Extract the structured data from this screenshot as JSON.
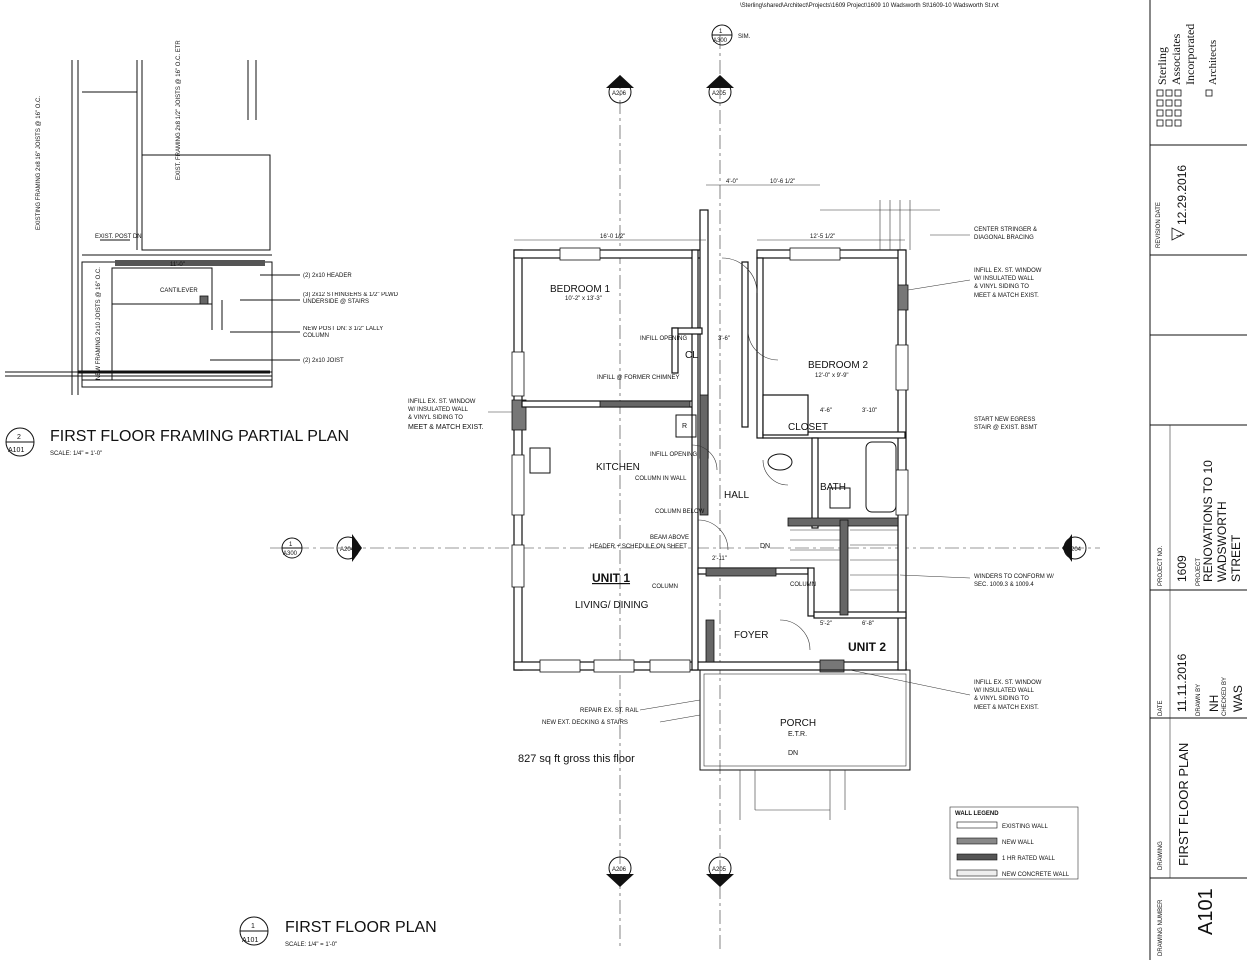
{
  "header_path": "\\Sterling\\shared\\Architect\\Projects\\1609 Project\\1609 10 Wadsworth St\\1609-10 Wadsworth St.rvt",
  "partial_plan": {
    "number": "2",
    "sheet_ref": "A101",
    "title": "FIRST FLOOR FRAMING PARTIAL PLAN",
    "scale": "SCALE: 1/4\" = 1'-0\"",
    "notes": {
      "existing_framing": "EXISTING FRAMING 2x8 16\" JOISTS @ 16\" O.C.",
      "existing_joists": "EXIST. FRAMING 2x8 1/2\" JOISTS @ 16\" O.C. ETR",
      "xin_post": "EXIST. POST DN",
      "new_framing": "NEW FRAMING 2x10 JOISTS @ 16\" O.C.",
      "header_1": "(2) 2x10 HEADER",
      "stringers": "(3) 2x12 STRINGERS & 1/2\" PLWD UNDERSIDE @ STAIRS",
      "new_post": "NEW POST DN: 3 1/2\" LALLY COLUMN",
      "header_2": "(2) 2x10 JOIST",
      "cant": "CANTILEVER",
      "dim": "11'-0\""
    }
  },
  "main_plan": {
    "number": "1",
    "sheet_ref": "A101",
    "title": "FIRST FLOOR PLAN",
    "scale": "SCALE: 1/4\" = 1'-0\"",
    "area_note": "827 sq ft gross this floor",
    "rooms": {
      "bedroom1": "BEDROOM 1",
      "bedroom1_dim": "10'-2\" x 13'-3\"",
      "bedroom2": "BEDROOM 2",
      "bedroom2_dim": "12'-0\" x 9'-9\"",
      "kitchen": "KITCHEN",
      "hall": "HALL",
      "bath": "BATH",
      "closet": "CLOSET",
      "cl": "CL",
      "foyer": "FOYER",
      "porch": "PORCH",
      "porch_etr": "E.T.R.",
      "unit1": "UNIT 1",
      "unit1_sub": "LIVING/ DINING",
      "unit2": "UNIT 2",
      "dn": "DN",
      "r": "R"
    },
    "notes": {
      "infill_opening1": "INFILL OPENING",
      "infill_chimney": "INFILL @ FORMER CHIMNEY",
      "infill_opening2": "INFILL OPENING",
      "column_in_wall": "COLUMN IN WALL",
      "column_below": "COLUMN BELOW",
      "beam_above": "BEAM ABOVE",
      "header_note": "HEADER + SCHEDULE ON SHEET",
      "column": "COLUMN",
      "column2": "COLUMN",
      "infill_window_left": [
        "INFILL EX. ST. WINDOW",
        "W/ INSULATED WALL",
        "& VINYL SIDING TO",
        "MEET & MATCH EXIST."
      ],
      "center_stringer": [
        "CENTER STRINGER &",
        "DIAGONAL BRACING"
      ],
      "infill_window_r1": [
        "INFILL EX. ST. WINDOW",
        "W/ INSULATED WALL",
        "& VINYL SIDING TO",
        "MEET & MATCH EXIST."
      ],
      "start_egress": [
        "START NEW EGRESS",
        "STAIR @ EXIST. BSMT"
      ],
      "winders": [
        "WINDERS TO CONFORM W/",
        "SEC. 1009.3 & 1009.4"
      ],
      "infill_window_r2": [
        "INFILL EX. ST. WINDOW",
        "W/ INSULATED WALL",
        "& VINYL SIDING TO",
        "MEET & MATCH EXIST."
      ],
      "repair_rail": "REPAIR EX. ST. RAIL",
      "new_decking": "NEW EXT. DECKING & STAIRS"
    },
    "dims": {
      "top1": "16'-0 1/2\"",
      "top2": "12'-5 1/2\"",
      "top3": "4'-0\"",
      "top4": "10'-6 1/2\"",
      "d1": "3'-6\"",
      "d2": "4'-6\"",
      "d3": "3'-10\"",
      "d4": "2'-11\"",
      "d5": "6'-8\"",
      "d6": "5'-2\""
    },
    "section_marks": {
      "a206_top": "A206",
      "a205_top": "A205",
      "a300_top": "A300",
      "a300_top_sim": "SIM.",
      "a300_left": "A300",
      "a204_left": "A204",
      "a204_right": "A204",
      "a206_bot": "A206",
      "a205_bot": "A205",
      "one": "1",
      "two": "2"
    }
  },
  "wall_legend": {
    "title": "WALL LEGEND",
    "items": [
      "EXISTING WALL",
      "NEW WALL",
      "1 HR RATED WALL",
      "NEW CONCRETE WALL"
    ]
  },
  "title_block": {
    "firm_line1": "Sterling",
    "firm_line2": "Associates",
    "firm_line3": "Incorporated",
    "firm_sub": "Architects",
    "revision_label": "REVISION DATE",
    "revision_num": "1",
    "revision_date": "12.29.2016",
    "date_label": "DATE",
    "date": "11.11.2016",
    "drawn_label": "DRAWN BY",
    "drawn": "NH",
    "checked_label": "CHECKED BY",
    "checked": "WAS",
    "project_no_label": "PROJECT NO.",
    "project_no": "1609",
    "project_label": "PROJECT",
    "project_name": [
      "RENOVATIONS TO 10",
      "WADSWORTH",
      "STREET"
    ],
    "drawing_label": "DRAWING",
    "drawing_title": "FIRST FLOOR PLAN",
    "sheet_label": "DRAWING NUMBER",
    "sheet_number": "A101"
  }
}
